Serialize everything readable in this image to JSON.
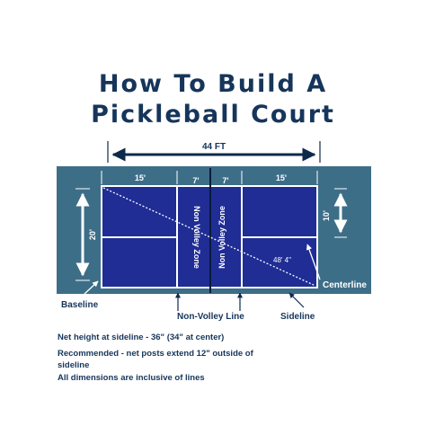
{
  "title": {
    "line1": "How To Build A",
    "line2": "Pickleball Court"
  },
  "dimensions": {
    "overall_width": "44 FT",
    "left_back": "15'",
    "left_kitchen": "7'",
    "right_kitchen": "7'",
    "right_back": "15'",
    "service_half_width": "10'",
    "court_width": "20'",
    "diagonal": "48' 4\""
  },
  "zones": {
    "left": "Non Volley Zone",
    "right": "Non Volley Zone"
  },
  "callouts": {
    "baseline": "Baseline",
    "centerline": "Centerline",
    "non_volley_line": "Non-Volley Line",
    "sideline": "Sideline"
  },
  "notes": [
    "Net height at sideline - 36\" (34\" at center)",
    "Recommended - net posts extend 12\" outside of sideline",
    "All dimensions are inclusive of lines"
  ],
  "colors": {
    "title": "#16355a",
    "surround": "#3d6e88",
    "court": "#1f2d94",
    "lines": "#ffffff",
    "net": "#0b1a3a"
  }
}
